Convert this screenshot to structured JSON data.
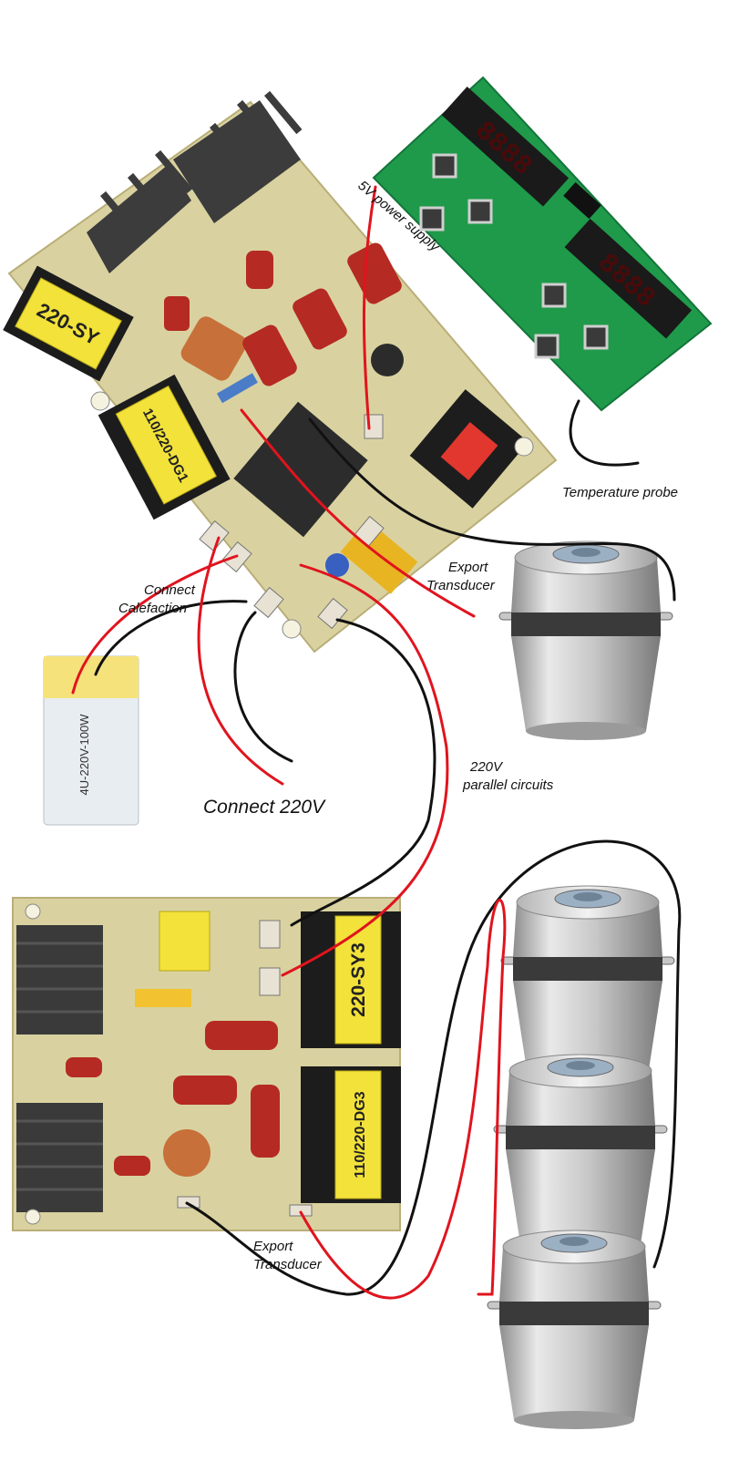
{
  "board_top": {
    "transformer_1_label": "220-SY",
    "transformer_2_label": "110/220-DG1"
  },
  "board_bottom": {
    "transformer_1_label": "220-SY3",
    "transformer_2_label": "110/220-DG3"
  },
  "heater": {
    "label": "4U-220V-100W"
  },
  "labels": {
    "power_5v": "5V power supply",
    "temperature_probe": "Temperature probe",
    "connect_calefaction_1": "Connect",
    "connect_calefaction_2": "Calefaction",
    "export_transducer_top_1": "Export",
    "export_transducer_top_2": "Transducer",
    "connect_220v": "Connect 220V",
    "parallel_1": "220V",
    "parallel_2": "parallel circuits",
    "export_transducer_bottom_1": "Export",
    "export_transducer_bottom_2": "Transducer"
  },
  "colors": {
    "pcb_main": "#d9d2a0",
    "control_board": "#1f9a4a",
    "wire_red": "#e0141e",
    "wire_black": "#111111",
    "transformer_yellow": "#f2e23a"
  }
}
